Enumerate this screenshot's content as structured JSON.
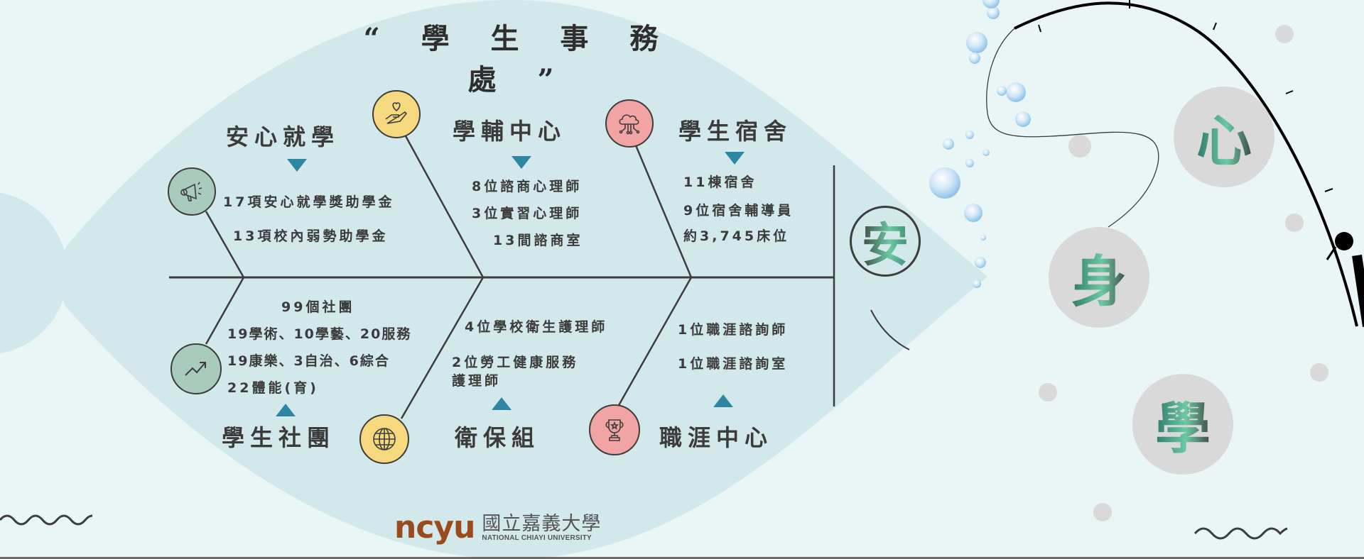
{
  "title": "“ 學 生 事 務 處 ”",
  "colors": {
    "background": "#eaf5f6",
    "fish_body": "#d3e8ea",
    "line": "#3d3d3d",
    "triangle": "#2f86a3",
    "icon_green": "#a9cbbd",
    "icon_yellow": "#f6d97f",
    "icon_pink": "#f2a3a3",
    "char_gradient_start": "#2f7a6a",
    "char_gradient_mid": "#6cc9a4",
    "char_bubble": "#d9d9d9",
    "logo_brown": "#9a4a1c"
  },
  "fishbone": {
    "head_char": "安",
    "branches": [
      {
        "id": "anxin",
        "heading": "安心就學",
        "icon": "megaphone-icon",
        "items": [
          "17項安心就學獎助學金",
          "13項校內弱勢助學金"
        ]
      },
      {
        "id": "counseling",
        "heading": "學輔中心",
        "icon": "heart-hand-icon",
        "items": [
          "8位諮商心理師",
          "3位實習心理師",
          "13間諮商室"
        ]
      },
      {
        "id": "dorm",
        "heading": "學生宿舍",
        "icon": "cloud-network-icon",
        "items": [
          "11棟宿舍",
          "9位宿舍輔導員",
          "約3,745床位"
        ]
      },
      {
        "id": "clubs",
        "heading": "學生社團",
        "icon": "trend-up-icon",
        "items": [
          "99個社團",
          "19學術、10學藝、20服務",
          "19康樂、3自治、6綜合",
          "22體能(育)"
        ]
      },
      {
        "id": "health",
        "heading": "衛保組",
        "icon": "globe-icon",
        "items": [
          "4位學校衛生護理師",
          "2位勞工健康服務",
          "護理師"
        ]
      },
      {
        "id": "career",
        "heading": "職涯中心",
        "icon": "trophy-icon",
        "items": [
          "1位職涯諮詢師",
          "1位職涯諮詢室"
        ]
      }
    ]
  },
  "side_chars": [
    "心",
    "身",
    "學"
  ],
  "logo": {
    "mark": "ncyu",
    "name_cn": "國立嘉義大學",
    "name_en": "NATIONAL CHIAYI UNIVERSITY"
  }
}
